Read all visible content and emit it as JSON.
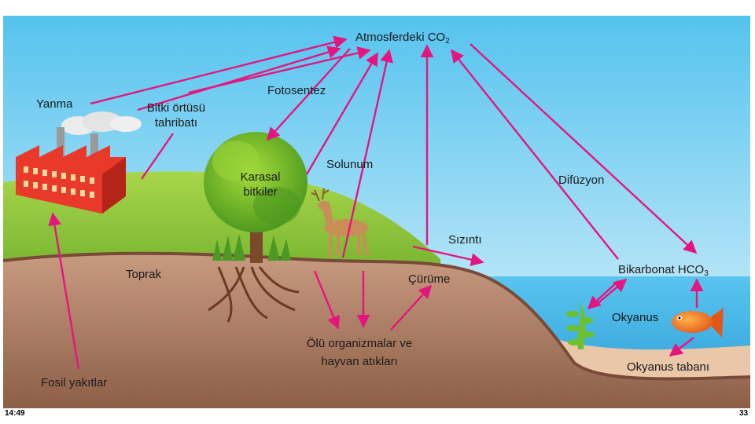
{
  "labels": {
    "atmosphere": "Atmosferdeki CO",
    "atmosphere_sub": "2",
    "combustion": "Yanma",
    "deforestation_line1": "Bitki örtüsü",
    "deforestation_line2": "tahribatı",
    "photosynthesis": "Fotosentez",
    "terrestrial_plants_line1": "Karasal",
    "terrestrial_plants_line2": "bitkiler",
    "respiration": "Solunum",
    "diffusion": "Difüzyon",
    "leaching": "Sızıntı",
    "soil": "Toprak",
    "decomposition": "Çürüme",
    "bicarbonate": "Bikarbonat HCO",
    "bicarbonate_sub": "3",
    "ocean": "Okyanus",
    "dead_organisms_line1": "Ölü organizmalar ve",
    "dead_organisms_line2": "hayvan atıkları",
    "ocean_floor": "Okyanus tabanı",
    "fossil_fuels": "Fosil yakıtlar"
  },
  "footer": {
    "time": "14:49",
    "page": "33"
  },
  "colors": {
    "arrow": "#e5157f",
    "sky_top": "#5ec6ee",
    "sky_bottom": "#d8f0fb",
    "grass": "#8ec63f",
    "soil": "#b8866b",
    "ocean": "#3fb5e6"
  }
}
